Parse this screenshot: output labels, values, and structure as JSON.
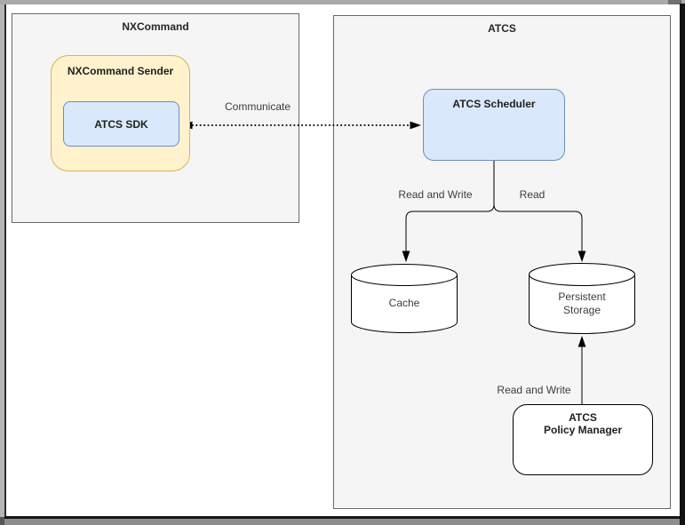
{
  "diagram": {
    "containers": [
      {
        "name": "nxcommand",
        "title": "NXCommand"
      },
      {
        "name": "atcs",
        "title": "ATCS"
      }
    ],
    "nodes": [
      {
        "name": "nxcommand-sender",
        "label": "NXCommand Sender",
        "shape": "rounded-rect",
        "fill": "#FFF2CC",
        "border": "#D6B656"
      },
      {
        "name": "atcs-sdk",
        "label": "ATCS SDK",
        "shape": "rounded-rect",
        "fill": "#DAE8FC",
        "border": "#6C8EBF"
      },
      {
        "name": "atcs-scheduler",
        "label": "ATCS Scheduler",
        "shape": "rounded-rect",
        "fill": "#DAE8FC",
        "border": "#6C8EBF"
      },
      {
        "name": "cache",
        "label": "Cache",
        "shape": "cylinder",
        "fill": "#FFFFFF",
        "border": "#000000"
      },
      {
        "name": "persistent-storage",
        "line1": "Persistent",
        "line2": "Storage",
        "shape": "cylinder",
        "fill": "#FFFFFF",
        "border": "#000000"
      },
      {
        "name": "atcs-policy-manager",
        "line1": "ATCS",
        "line2": "Policy Manager",
        "shape": "rounded-rect",
        "fill": "#FFFFFF",
        "border": "#000000"
      }
    ],
    "edges": [
      {
        "name": "communicate",
        "label": "Communicate",
        "from": "atcs-sdk",
        "to": "atcs-scheduler",
        "style": "dotted",
        "direction": "bidirectional"
      },
      {
        "name": "scheduler-to-cache",
        "label": "Read and Write",
        "from": "atcs-scheduler",
        "to": "cache",
        "style": "solid",
        "direction": "forward"
      },
      {
        "name": "scheduler-to-persistent-storage",
        "label": "Read",
        "from": "atcs-scheduler",
        "to": "persistent-storage",
        "style": "solid",
        "direction": "forward"
      },
      {
        "name": "policy-manager-to-persistent-storage",
        "label": "Read and Write",
        "from": "atcs-policy-manager",
        "to": "persistent-storage",
        "style": "solid",
        "direction": "forward"
      }
    ],
    "colors": {
      "container_fill": "#F5F5F5",
      "container_border": "#696969",
      "yellow_fill": "#FFF2CC",
      "yellow_border": "#D6B656",
      "blue_fill": "#DAE8FC",
      "blue_border": "#6C8EBF",
      "white_fill": "#FFFFFF",
      "black_border": "#000000",
      "edge_stroke": "#000000",
      "canvas": "#FFFFFF"
    }
  }
}
